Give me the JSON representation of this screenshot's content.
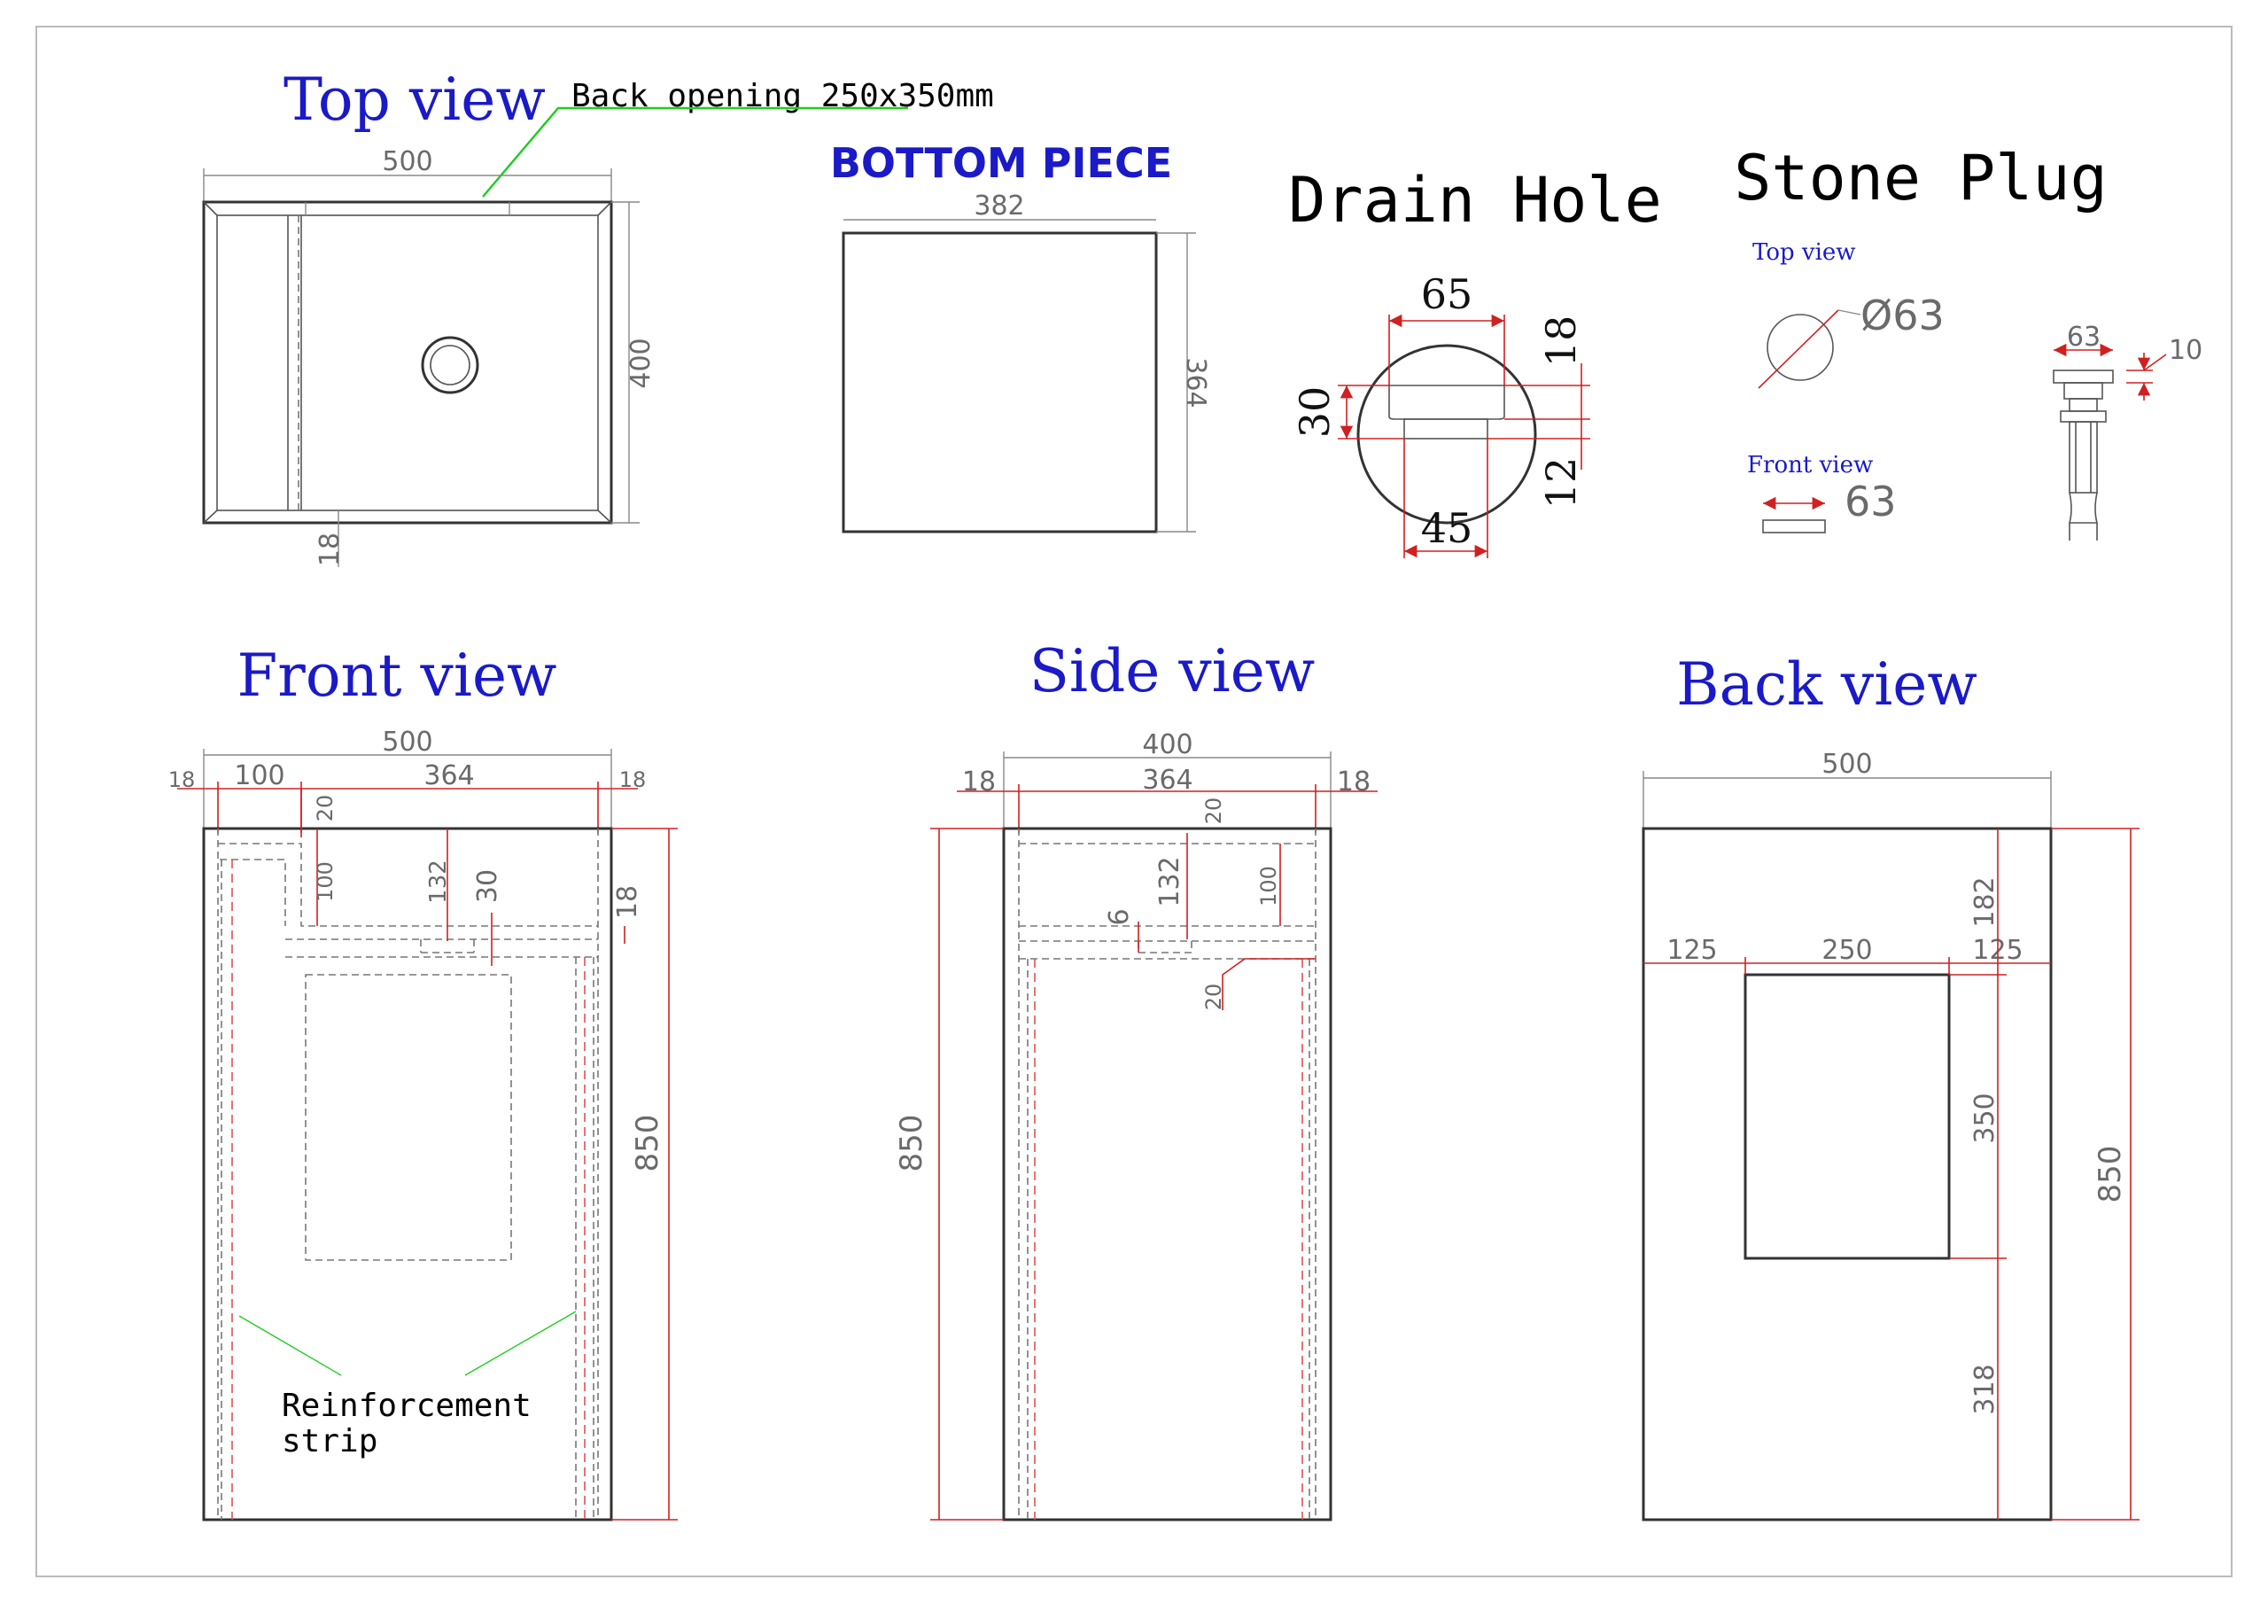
{
  "views": {
    "top": "Top view",
    "bottom_piece": "BOTTOM PIECE",
    "drain_hole": "Drain Hole",
    "stone_plug": "Stone Plug",
    "front": "Front view",
    "side": "Side view",
    "back": "Back view",
    "plug_top": "Top view",
    "plug_front": "Front view"
  },
  "notes": {
    "back_opening": "Back opening 250x350mm",
    "reinforcement_line1": "Reinforcement",
    "reinforcement_line2": "strip"
  },
  "dims": {
    "top_width": "500",
    "top_depth": "400",
    "top_wall": "18",
    "bottom_width": "382",
    "bottom_depth": "364",
    "drain_top": "65",
    "drain_bottom": "45",
    "drain_height": "30",
    "drain_upper": "18",
    "drain_lower": "12",
    "plug_dia": "Ø63",
    "plug_front": "63",
    "plug_side_w": "63",
    "plug_side_h": "10",
    "front_width": "500",
    "front_left_wall": "18",
    "front_shelf": "100",
    "front_inner": "364",
    "front_right_wall": "18",
    "front_20": "20",
    "front_100": "100",
    "front_132": "132",
    "front_30": "30",
    "front_18": "18",
    "front_height": "850",
    "side_width": "400",
    "side_left": "18",
    "side_inner": "364",
    "side_right": "18",
    "side_20": "20",
    "side_132": "132",
    "side_100": "100",
    "side_6": "6",
    "side_20b": "20",
    "side_height": "850",
    "back_width": "500",
    "back_125a": "125",
    "back_250": "250",
    "back_125b": "125",
    "back_182": "182",
    "back_350": "350",
    "back_318": "318",
    "back_height": "850"
  },
  "colors": {
    "title_blue": "#1a1ac8",
    "dimension_red": "#d02020",
    "leader_green": "#22cc22",
    "outline": "#333333"
  }
}
